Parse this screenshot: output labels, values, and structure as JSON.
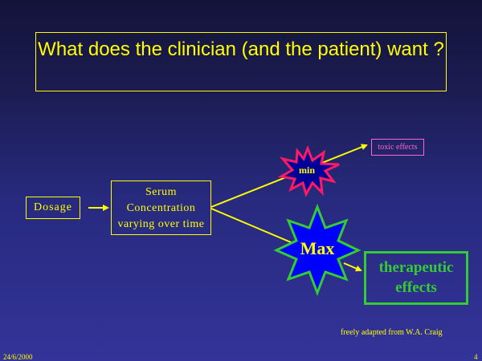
{
  "slide": {
    "title": "What does the clinician (and the patient) want ?",
    "nodes": {
      "dosage": "Dosage",
      "serum_line1": "Serum",
      "serum_line2": "Concentration",
      "serum_line3": "varying over time",
      "min_label": "min",
      "toxic": "toxic effects",
      "max_label": "Max",
      "therapeutic_line1": "therapeutic",
      "therapeutic_line2": "effects"
    },
    "credit": "freely adapted from W.A. Craig",
    "footer": {
      "date": "24/6/2000",
      "page_number": "4"
    }
  },
  "colors": {
    "text": "#ffff00",
    "toxic": "#ff66cc",
    "min_burst_outline": "#ff1a66",
    "max_star_fill": "#0000ff",
    "max_star_outline": "#33cc33",
    "therapeutic": "#33cc33"
  }
}
